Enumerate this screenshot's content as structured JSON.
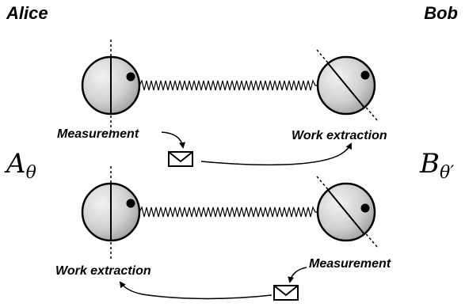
{
  "parties": {
    "left": "Alice",
    "right": "Bob"
  },
  "math": {
    "left": {
      "base": "A",
      "sub": "θ"
    },
    "right": {
      "base": "B",
      "sub": "θ′"
    }
  },
  "top_row": {
    "left_label": "Measurement",
    "right_label": "Work extraction"
  },
  "bottom_row": {
    "left_label": "Work extraction",
    "right_label": "Measurement"
  },
  "icons": {
    "message": "envelope-icon",
    "link": "spring-icon"
  },
  "colors": {
    "ink": "#000000",
    "sphere_light": "#f2f2f2",
    "sphere_dark": "#9a9a9a"
  }
}
